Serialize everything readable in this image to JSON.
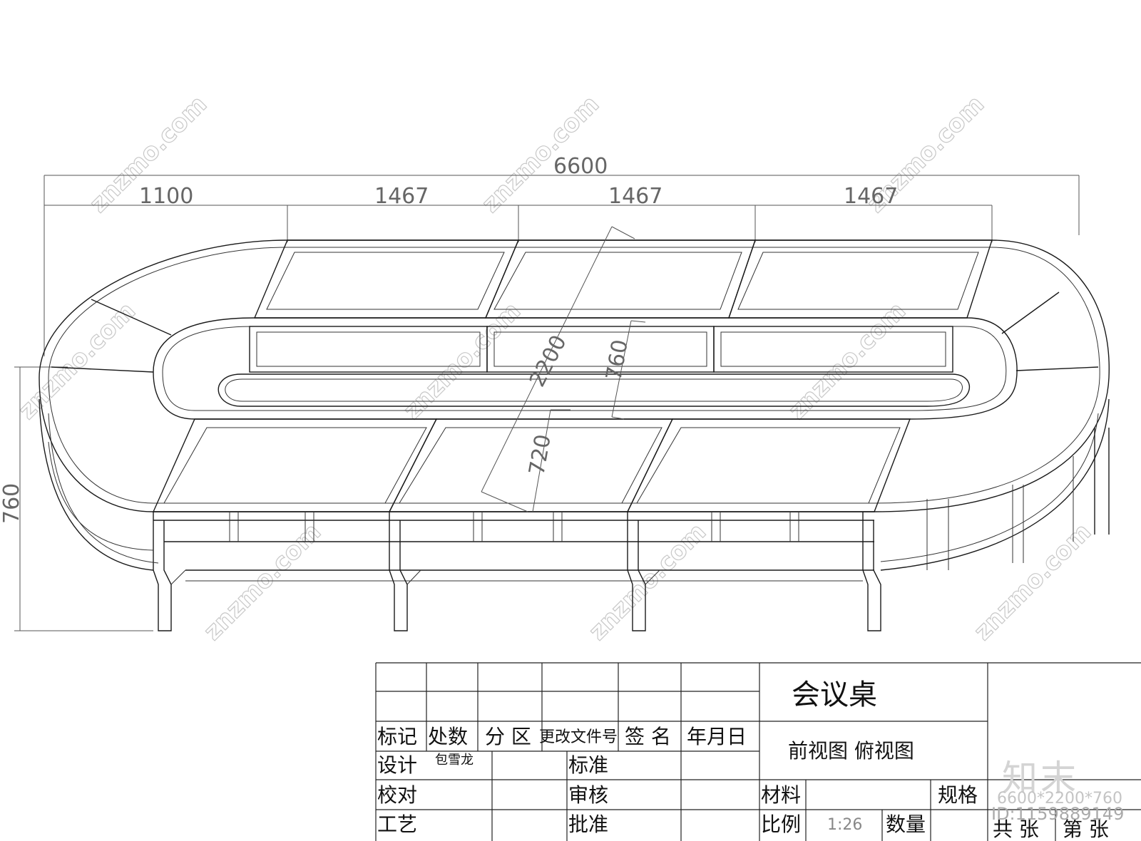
{
  "dimensions": {
    "overall_length": "6600",
    "segment_end": "1100",
    "segment_1": "1467",
    "segment_2": "1467",
    "segment_3": "1467",
    "depth": "2200",
    "inner_width": "760",
    "table_height": "720",
    "side_height": "760"
  },
  "title_block": {
    "title": "会议桌",
    "view_names": "前视图 俯视图",
    "header": {
      "mark": "标记",
      "count": "处数",
      "zone": "分 区",
      "change_doc": "更改文件号",
      "signature": "签 名",
      "date": "年月日"
    },
    "rows": {
      "design": "设计",
      "designer": "包雪龙",
      "standard": "标准",
      "check": "校对",
      "review": "审核",
      "process": "工艺",
      "approve": "批准"
    },
    "material_label": "材料",
    "spec_label": "规格",
    "scale_label": "比例",
    "scale_value": "1:26",
    "quantity_label": "数量",
    "sheets_total": "共 张",
    "sheet_no": "第 张"
  },
  "branding": {
    "logo": "知末",
    "spec": "6600*2200*760",
    "id": "ID:1159889149",
    "watermark": "znzmo.com"
  }
}
